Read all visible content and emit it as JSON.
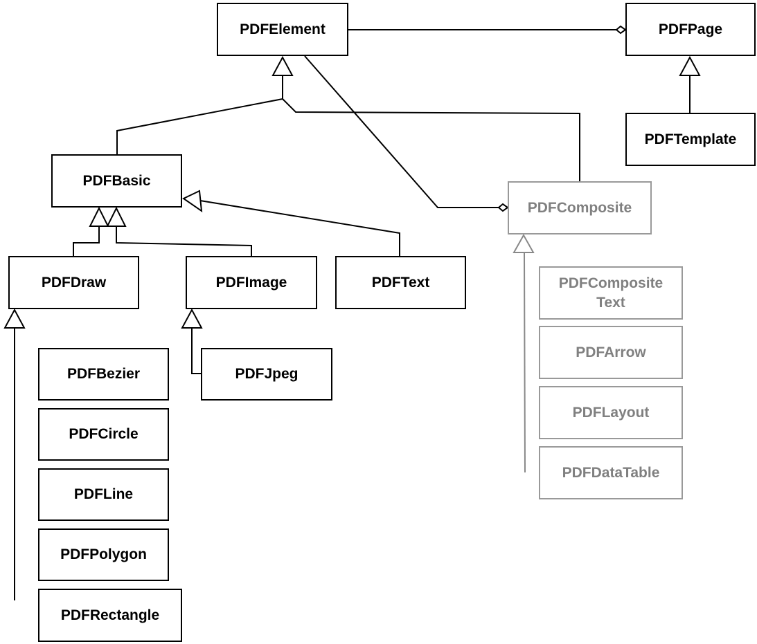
{
  "diagram": {
    "type": "uml-class-diagram",
    "colors": {
      "primary": "#000000",
      "secondary_text": "#808080",
      "secondary_border": "#999999"
    },
    "classes": {
      "pdf_element": "PDFElement",
      "pdf_page": "PDFPage",
      "pdf_template": "PDFTemplate",
      "pdf_basic": "PDFBasic",
      "pdf_composite": "PDFComposite",
      "pdf_draw": "PDFDraw",
      "pdf_image": "PDFImage",
      "pdf_text": "PDFText",
      "pdf_bezier": "PDFBezier",
      "pdf_circle": "PDFCircle",
      "pdf_line": "PDFLine",
      "pdf_polygon": "PDFPolygon",
      "pdf_rectangle": "PDFRectangle",
      "pdf_jpeg": "PDFJpeg",
      "pdf_composite_text": "PDFComposite\nText",
      "pdf_arrow": "PDFArrow",
      "pdf_layout": "PDFLayout",
      "pdf_data_table": "PDFDataTable"
    },
    "relationships": [
      {
        "type": "aggregation",
        "from": "PDFElement",
        "to": "PDFPage"
      },
      {
        "type": "aggregation",
        "from": "PDFElement",
        "to": "PDFComposite"
      },
      {
        "type": "inheritance",
        "child": "PDFTemplate",
        "parent": "PDFPage"
      },
      {
        "type": "inheritance",
        "child": "PDFBasic",
        "parent": "PDFElement"
      },
      {
        "type": "inheritance",
        "child": "PDFComposite",
        "parent": "PDFElement"
      },
      {
        "type": "inheritance",
        "child": "PDFDraw",
        "parent": "PDFBasic"
      },
      {
        "type": "inheritance",
        "child": "PDFImage",
        "parent": "PDFBasic"
      },
      {
        "type": "inheritance",
        "child": "PDFText",
        "parent": "PDFBasic"
      },
      {
        "type": "inheritance",
        "child": [
          "PDFBezier",
          "PDFCircle",
          "PDFLine",
          "PDFPolygon",
          "PDFRectangle"
        ],
        "parent": "PDFDraw"
      },
      {
        "type": "inheritance",
        "child": "PDFJpeg",
        "parent": "PDFImage"
      },
      {
        "type": "inheritance",
        "child": [
          "PDFCompositeText",
          "PDFArrow",
          "PDFLayout",
          "PDFDataTable"
        ],
        "parent": "PDFComposite"
      }
    ]
  }
}
